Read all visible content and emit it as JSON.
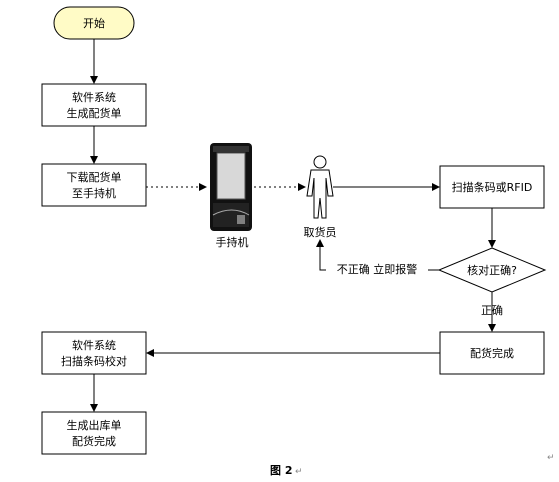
{
  "start": "开始",
  "box1": [
    "软件系统",
    "生成配货单"
  ],
  "box2": [
    "下载配货单",
    "至手持机"
  ],
  "device_label": "手持机",
  "picker_label": "取货员",
  "scan_box": "扫描条码或RFID",
  "decision": "核对正确?",
  "wrong_label": "不正确  立即报警",
  "correct_label": "正确",
  "done_box": "配货完成",
  "box3": [
    "软件系统",
    "扫描条码校对"
  ],
  "box4": [
    "生成出库单",
    "配货完成"
  ],
  "caption": "图  2",
  "caption_mark": "↵",
  "corner_mark": "↵"
}
